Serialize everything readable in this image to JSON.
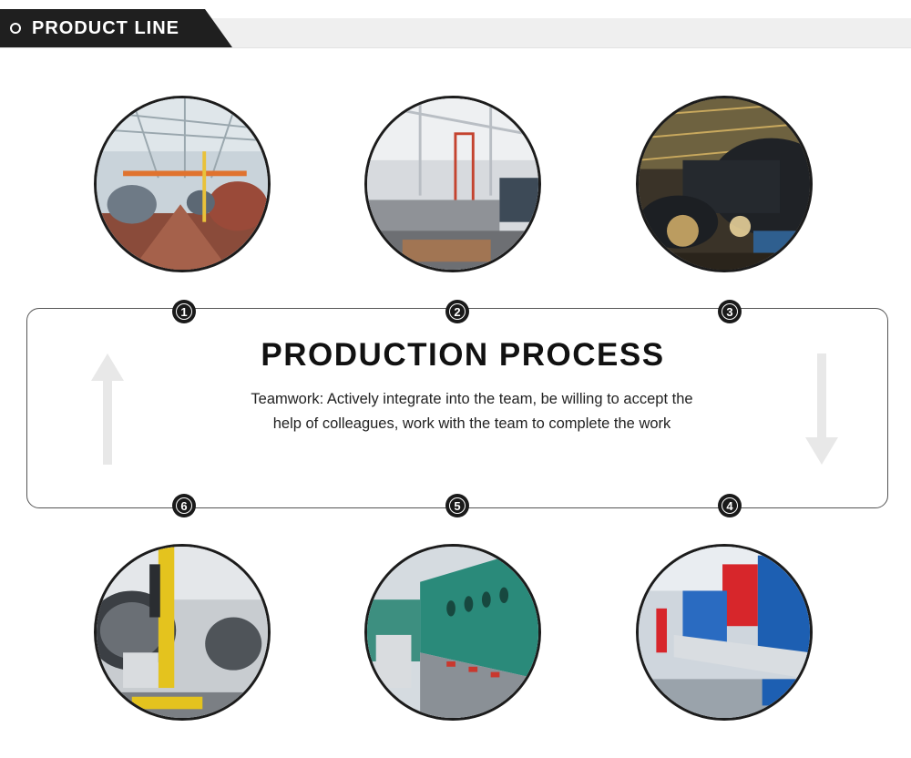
{
  "header": {
    "title": "PRODUCT LINE"
  },
  "process": {
    "title": "PRODUCTION PROCESS",
    "description": "Teamwork: Actively integrate into the team, be willing to accept the help of colleagues, work with the team to complete the work"
  },
  "steps": [
    {
      "number": "1"
    },
    {
      "number": "2"
    },
    {
      "number": "3"
    },
    {
      "number": "4"
    },
    {
      "number": "5"
    },
    {
      "number": "6"
    }
  ],
  "icons": {
    "header": "circle-bullet-icon",
    "left_arrow": "arrow-up-icon",
    "right_arrow": "arrow-down-icon"
  },
  "colors": {
    "header_tab": "#1f1f1f",
    "header_strip": "#efefef",
    "badge": "#1a1a1a",
    "box_border": "#555555"
  }
}
